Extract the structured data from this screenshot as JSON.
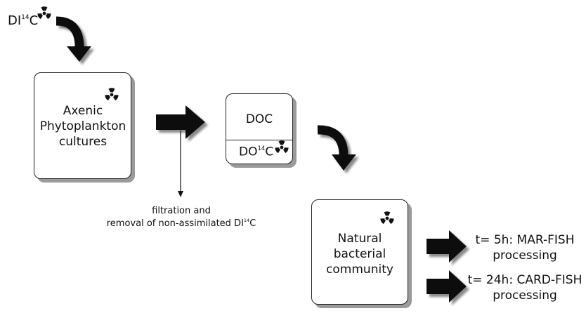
{
  "diagram": {
    "top_label": {
      "prefix": "DI",
      "sup": "14",
      "suffix": "C"
    },
    "phyto_box": {
      "lines": [
        "Axenic",
        "Phytoplankton",
        "cultures"
      ]
    },
    "doc_box": {
      "top": "DOC",
      "bottom": {
        "prefix": "DO",
        "sup": "14",
        "suffix": "C"
      }
    },
    "filtration_note": {
      "line1": "filtration and",
      "line2_prefix": "removal of non-assimilated DI",
      "line2_sup": "14",
      "line2_suffix": "C"
    },
    "bacteria_box": {
      "lines": [
        "Natural",
        "bacterial",
        "community"
      ]
    },
    "outputs": [
      {
        "line1": "t= 5h: MAR-FISH",
        "line2": "processing"
      },
      {
        "line1": "t= 24h: CARD-FISH",
        "line2": "processing"
      }
    ],
    "icon": "radioactive-icon"
  }
}
